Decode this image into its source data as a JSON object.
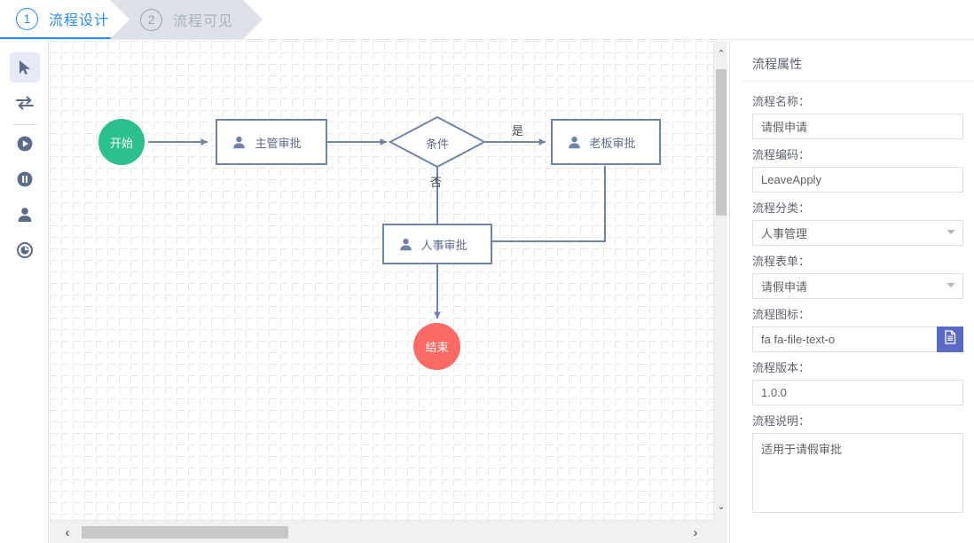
{
  "steps": [
    {
      "num": "1",
      "label": "流程设计",
      "state": "active"
    },
    {
      "num": "2",
      "label": "流程可见",
      "state": "inactive"
    }
  ],
  "toolbar": {
    "items": [
      {
        "name": "select-tool",
        "icon": "cursor-icon",
        "active": true
      },
      {
        "name": "connector-tool",
        "icon": "transfer-arrows-icon",
        "active": false
      },
      {
        "name": "start-node-tool",
        "icon": "play-circle-icon",
        "active": false
      },
      {
        "name": "pause-node-tool",
        "icon": "pause-circle-icon",
        "active": false
      },
      {
        "name": "user-task-tool",
        "icon": "user-icon",
        "active": false
      },
      {
        "name": "end-node-tool",
        "icon": "end-circle-icon",
        "active": false
      }
    ]
  },
  "diagram": {
    "nodes": [
      {
        "id": "start",
        "type": "circle",
        "label": "开始",
        "color": "#2cbf8f"
      },
      {
        "id": "manager",
        "type": "task",
        "label": "主管审批"
      },
      {
        "id": "cond",
        "type": "diamond",
        "label": "条件"
      },
      {
        "id": "boss",
        "type": "task",
        "label": "老板审批"
      },
      {
        "id": "hr",
        "type": "task",
        "label": "人事审批"
      },
      {
        "id": "end",
        "type": "circle",
        "label": "结束",
        "color": "#fb6b64"
      }
    ],
    "edge_labels": {
      "yes": "是",
      "no": "否"
    }
  },
  "panel": {
    "title": "流程属性",
    "fields": [
      {
        "key": "name",
        "label": "流程名称：",
        "value": "请假申请",
        "type": "text"
      },
      {
        "key": "code",
        "label": "流程编码：",
        "value": "LeaveApply",
        "type": "text"
      },
      {
        "key": "category",
        "label": "流程分类：",
        "value": "人事管理",
        "type": "select"
      },
      {
        "key": "form",
        "label": "流程表单：",
        "value": "请假申请",
        "type": "select"
      },
      {
        "key": "icon",
        "label": "流程图标：",
        "value": "fa fa-file-text-o",
        "type": "icon"
      },
      {
        "key": "version",
        "label": "流程版本：",
        "value": "1.0.0",
        "type": "text"
      },
      {
        "key": "desc",
        "label": "流程说明：",
        "value": "适用于请假审批",
        "type": "textarea"
      }
    ],
    "icon_button": "file-text-icon"
  },
  "scrollbars": {
    "up_arrow": "⌃",
    "down_arrow": "⌄",
    "left_arrow": "‹",
    "right_arrow": "›"
  }
}
